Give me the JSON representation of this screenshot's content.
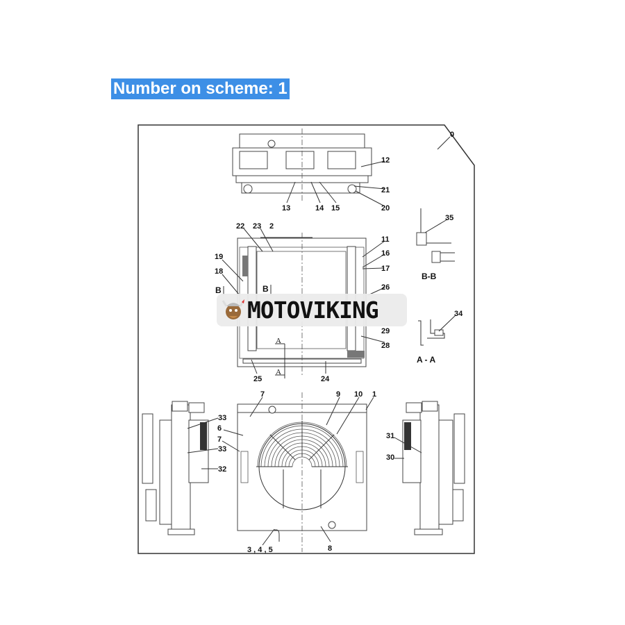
{
  "header": {
    "title": "Number on scheme: 1"
  },
  "watermark": {
    "brand": "MOTOVIKING"
  },
  "callouts": {
    "n0": "0",
    "n12": "12",
    "n21": "21",
    "n20": "20",
    "n13": "13",
    "n14": "14",
    "n15": "15",
    "n22": "22",
    "n23": "23",
    "n2": "2",
    "n11": "11",
    "n16": "16",
    "n17": "17",
    "n19": "19",
    "n18": "18",
    "n26": "26",
    "n29": "29",
    "n28": "28",
    "n25": "25",
    "n24": "24",
    "n35": "35",
    "n34": "34",
    "n7a": "7",
    "n9": "9",
    "n10": "10",
    "n1": "1",
    "n33a": "33",
    "n6": "6",
    "n7b": "7",
    "n33b": "33",
    "n32": "32",
    "n31": "31",
    "n30": "30",
    "n345": "3 , 4 , 5",
    "n8": "8"
  },
  "sections": {
    "b_left": "B",
    "b_right": "B",
    "a_top": "A",
    "a_bottom": "A",
    "bb_title": "B-B",
    "aa_title": "A - A"
  }
}
